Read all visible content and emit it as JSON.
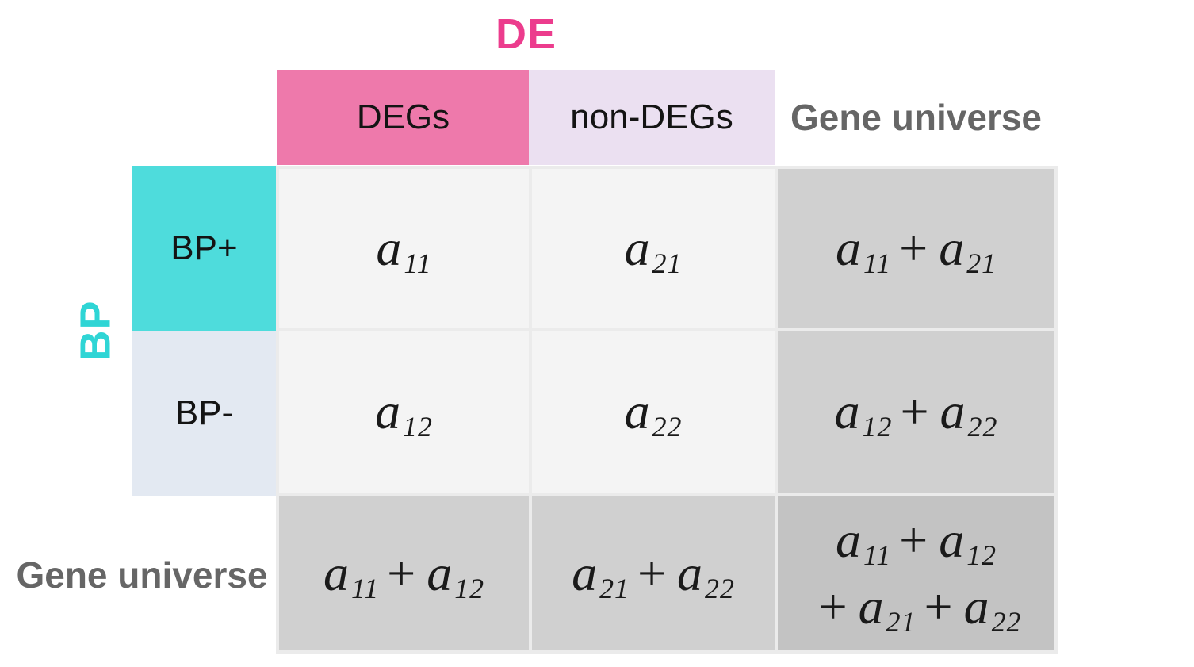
{
  "figure": {
    "description": "2x2 contingency table of DE status vs BP membership over the gene universe"
  },
  "de_axis": {
    "title": "DE",
    "color": "#EC3C8D"
  },
  "bp_axis": {
    "title": "BP",
    "color": "#2FD5D5"
  },
  "column_headers": [
    {
      "id": "degs",
      "label": "DEGs",
      "bg": "#EE79AB"
    },
    {
      "id": "non_degs",
      "label": "non-DEGs",
      "bg": "#EBE0F1"
    },
    {
      "id": "gene_universe",
      "label": "Gene universe",
      "bg": "none",
      "text_color": "#666666"
    }
  ],
  "row_headers": [
    {
      "id": "bp_plus",
      "label": "BP+",
      "bg": "#4EDCDC"
    },
    {
      "id": "bp_minus",
      "label": "BP-",
      "bg": "#E3E9F2"
    },
    {
      "id": "gene_universe",
      "label": "Gene universe",
      "bg": "none",
      "text_color": "#666666"
    }
  ],
  "cells": {
    "r1c1": "a_11",
    "r1c2": "a_21",
    "r1c3": "a_11 + a_21",
    "r2c1": "a_12",
    "r2c2": "a_22",
    "r2c3": "a_12 + a_22",
    "r3c1": "a_11 + a_12",
    "r3c2": "a_21 + a_22",
    "r3c3": "a_11 + a_12\n+ a_21 + a_22"
  },
  "colors": {
    "inner_cell_bg": "#F4F4F4",
    "margin_cell_bg": "#D0D0D0",
    "grand_total_cell_bg": "#C3C3C3",
    "grid_line": "#EBEBEB",
    "formula_text": "#1a1a1a",
    "header_text": "#141414",
    "background": "#ffffff"
  }
}
